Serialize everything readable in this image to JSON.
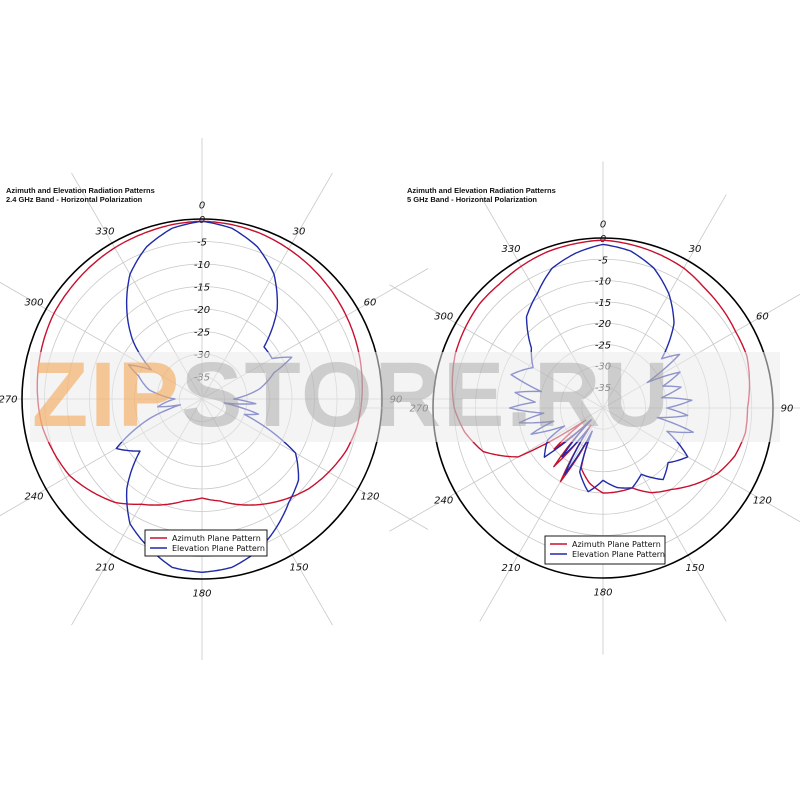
{
  "watermark": {
    "text_a": "ZIP",
    "text_b": "STORE.RU"
  },
  "colors": {
    "azimuth": "#c8102e",
    "elevation": "#1f2aa8",
    "grid": "#c8c8c8",
    "rim": "#000000"
  },
  "chart_data": [
    {
      "type": "polar",
      "title": "Azimuth and Elevation Radiation Patterns",
      "subtitle": "2.4 GHz Band - Horizontal Polarization",
      "angle_ticks": [
        0,
        30,
        60,
        90,
        120,
        150,
        180,
        210,
        240,
        270,
        300,
        330
      ],
      "radial_ticks": [
        0,
        -5,
        -10,
        -15,
        -20,
        -25,
        -30,
        -35
      ],
      "rlim": [
        -40,
        0
      ],
      "grid": true,
      "legend_position": "bottom-left",
      "series": [
        {
          "name": "Azimuth Plane Pattern",
          "angles": [
            0,
            10,
            20,
            30,
            40,
            50,
            60,
            70,
            80,
            90,
            100,
            110,
            120,
            130,
            140,
            150,
            160,
            170,
            180,
            190,
            200,
            210,
            220,
            230,
            240,
            250,
            260,
            270,
            280,
            290,
            300,
            310,
            320,
            330,
            340,
            350,
            360
          ],
          "values": [
            -0.5,
            -0.7,
            -1,
            -1.5,
            -2,
            -2.5,
            -3,
            -3.5,
            -4,
            -4.5,
            -5,
            -6,
            -7.5,
            -9,
            -11,
            -13,
            -15,
            -17,
            -18,
            -17,
            -15,
            -13,
            -10,
            -8,
            -6,
            -5,
            -4,
            -3.5,
            -3,
            -2.5,
            -2,
            -1.8,
            -1.5,
            -1.2,
            -1,
            -0.7,
            -0.5
          ]
        },
        {
          "name": "Elevation Plane Pattern",
          "angles": [
            0,
            10,
            20,
            30,
            40,
            50,
            60,
            65,
            70,
            80,
            90,
            95,
            100,
            105,
            110,
            120,
            130,
            140,
            150,
            160,
            170,
            180,
            190,
            200,
            210,
            220,
            230,
            240,
            250,
            255,
            260,
            270,
            280,
            290,
            295,
            300,
            310,
            320,
            330,
            340,
            350,
            360
          ],
          "values": [
            -0.5,
            -1.5,
            -4,
            -8,
            -14,
            -22,
            -22,
            -18,
            -23,
            -27,
            -33,
            -28,
            -35,
            -27,
            -30,
            -16,
            -12,
            -10,
            -7,
            -4,
            -2,
            -1.5,
            -2,
            -5,
            -8,
            -14,
            -22,
            -18,
            -28,
            -35,
            -30,
            -34,
            -28,
            -25,
            -22,
            -27,
            -20,
            -14,
            -8,
            -4,
            -1.5,
            -0.5
          ]
        }
      ]
    },
    {
      "type": "polar",
      "title": "Azimuth and Elevation Radiation Patterns",
      "subtitle": "5 GHz Band - Horizontal Polarization",
      "angle_ticks": [
        0,
        30,
        60,
        90,
        120,
        150,
        180,
        210,
        240,
        270,
        300,
        330
      ],
      "radial_ticks": [
        0,
        -5,
        -10,
        -15,
        -20,
        -25,
        -30,
        -35
      ],
      "rlim": [
        -40,
        0
      ],
      "grid": true,
      "legend_position": "bottom-left",
      "series": [
        {
          "name": "Azimuth Plane Pattern",
          "angles": [
            0,
            10,
            20,
            30,
            40,
            50,
            60,
            70,
            80,
            90,
            100,
            110,
            120,
            130,
            140,
            150,
            160,
            170,
            180,
            190,
            200,
            205,
            210,
            215,
            220,
            225,
            230,
            235,
            240,
            250,
            260,
            270,
            280,
            290,
            300,
            310,
            320,
            330,
            340,
            350,
            360
          ],
          "values": [
            -0.5,
            -1,
            -1.5,
            -2,
            -3,
            -3.5,
            -4,
            -4,
            -5,
            -6,
            -6,
            -7,
            -9,
            -12,
            -15,
            -17,
            -20,
            -20,
            -20,
            -22,
            -25,
            -33,
            -20,
            -35,
            -22,
            -36,
            -25,
            -35,
            -17,
            -10,
            -7,
            -5,
            -4,
            -3,
            -2.5,
            -2,
            -2,
            -1.5,
            -1,
            -0.8,
            -0.5
          ]
        },
        {
          "name": "Elevation Plane Pattern",
          "angles": [
            0,
            10,
            20,
            30,
            40,
            50,
            55,
            60,
            65,
            70,
            75,
            80,
            85,
            90,
            95,
            100,
            105,
            110,
            120,
            130,
            140,
            150,
            160,
            170,
            180,
            190,
            200,
            205,
            210,
            215,
            220,
            225,
            230,
            240,
            245,
            250,
            255,
            260,
            265,
            270,
            275,
            280,
            285,
            290,
            300,
            310,
            320,
            330,
            340,
            350,
            360
          ],
          "values": [
            -1.5,
            -2.5,
            -5,
            -9,
            -14,
            -22,
            -18,
            -28,
            -20,
            -25,
            -21,
            -26,
            -19,
            -25,
            -20,
            -27,
            -18,
            -24,
            -17,
            -20,
            -18,
            -22,
            -20,
            -21,
            -23,
            -20,
            -24,
            -34,
            -22,
            -34,
            -25,
            -36,
            -22,
            -25,
            -30,
            -22,
            -28,
            -20,
            -26,
            -18,
            -24,
            -19,
            -25,
            -17,
            -21,
            -18,
            -12,
            -9,
            -5,
            -3,
            -1.5
          ]
        }
      ]
    }
  ]
}
